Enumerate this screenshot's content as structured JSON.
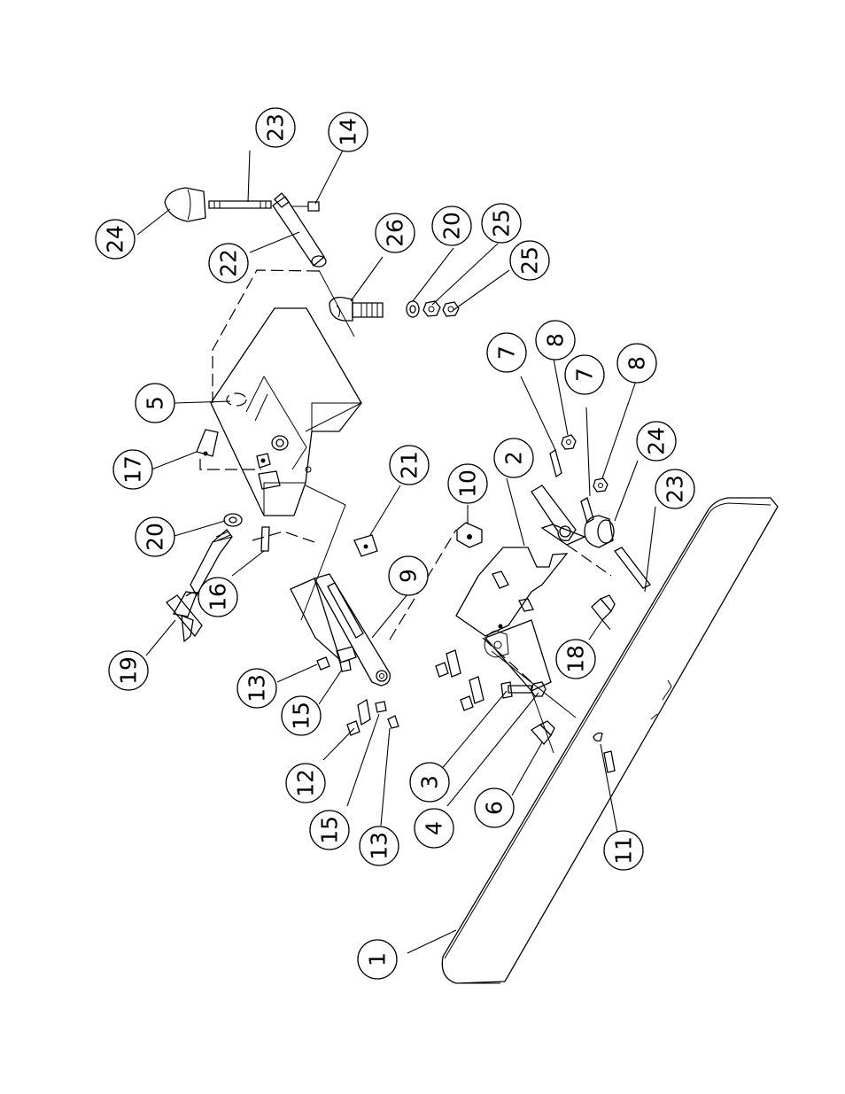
{
  "diagram": {
    "type": "exploded-parts-view",
    "line_color": "#000000",
    "background": "#ffffff",
    "callouts": [
      {
        "id": "c1",
        "label": "1"
      },
      {
        "id": "c2",
        "label": "2"
      },
      {
        "id": "c3",
        "label": "3"
      },
      {
        "id": "c4",
        "label": "4"
      },
      {
        "id": "c5",
        "label": "5"
      },
      {
        "id": "c6",
        "label": "6"
      },
      {
        "id": "c7a",
        "label": "7"
      },
      {
        "id": "c7b",
        "label": "7"
      },
      {
        "id": "c8a",
        "label": "8"
      },
      {
        "id": "c8b",
        "label": "8"
      },
      {
        "id": "c9",
        "label": "9"
      },
      {
        "id": "c10",
        "label": "10"
      },
      {
        "id": "c11",
        "label": "11"
      },
      {
        "id": "c12",
        "label": "12"
      },
      {
        "id": "c13a",
        "label": "13"
      },
      {
        "id": "c13b",
        "label": "13"
      },
      {
        "id": "c14",
        "label": "14"
      },
      {
        "id": "c15a",
        "label": "15"
      },
      {
        "id": "c15b",
        "label": "15"
      },
      {
        "id": "c16",
        "label": "16"
      },
      {
        "id": "c17",
        "label": "17"
      },
      {
        "id": "c18",
        "label": "18"
      },
      {
        "id": "c19",
        "label": "19"
      },
      {
        "id": "c20a",
        "label": "20"
      },
      {
        "id": "c20b",
        "label": "20"
      },
      {
        "id": "c21",
        "label": "21"
      },
      {
        "id": "c22",
        "label": "22"
      },
      {
        "id": "c23a",
        "label": "23"
      },
      {
        "id": "c23b",
        "label": "23"
      },
      {
        "id": "c24a",
        "label": "24"
      },
      {
        "id": "c24b",
        "label": "24"
      },
      {
        "id": "c25a",
        "label": "25"
      },
      {
        "id": "c25b",
        "label": "25"
      },
      {
        "id": "c26",
        "label": "26"
      }
    ]
  }
}
